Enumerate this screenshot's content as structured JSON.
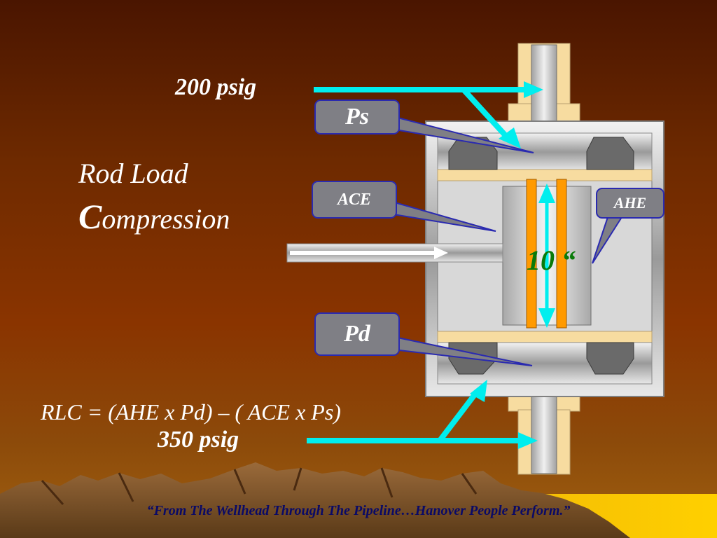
{
  "title": {
    "line1": "Rod Load",
    "line2_initial": "C",
    "line2_rest": "ompression"
  },
  "suction_pressure": "200 psig",
  "discharge_pressure": "350 psig",
  "formula": "RLC = (AHE x Pd) – ( ACE x Ps)",
  "callouts": {
    "ps": "Ps",
    "ace": "ACE",
    "ahe": "AHE",
    "pd": "Pd"
  },
  "stroke_dimension": "10 “",
  "footer": "“From The Wellhead Through The Pipeline…Hanover People Perform.”",
  "colors": {
    "arrow": "#00eeee",
    "callout_fill": "#7f7f85",
    "callout_border": "#2a2ab0",
    "piston_rod_orange": "#ff9a00",
    "dimension_text": "#0a7a0a",
    "footer_text": "#0a0a66",
    "footer_bar": "#ffcc00"
  }
}
